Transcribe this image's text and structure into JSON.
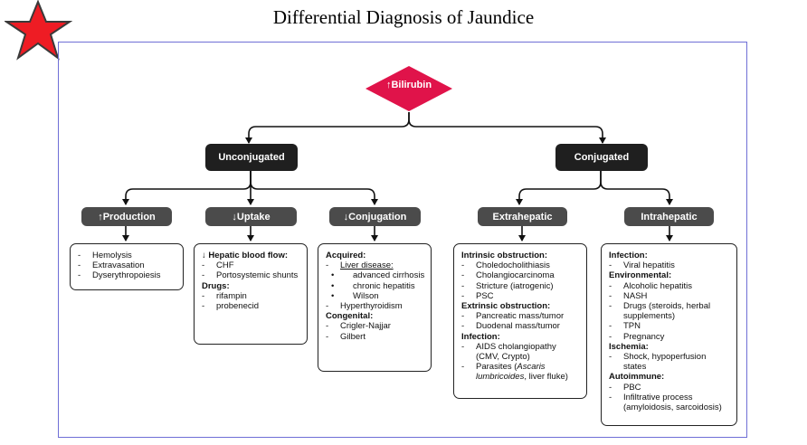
{
  "title": "Differential Diagnosis of Jaundice",
  "root": {
    "label": "↑Bilirubin",
    "color": "#e0134a"
  },
  "unconjugated": {
    "label": "Unconjugated",
    "production": {
      "label": "↑Production",
      "items": [
        "Hemolysis",
        "Extravasation",
        "Dyserythropoiesis"
      ]
    },
    "uptake": {
      "label": "↓Uptake",
      "header1": "↓ Hepatic blood flow:",
      "items1": [
        "CHF",
        "Portosystemic shunts"
      ],
      "header2": "Drugs:",
      "items2": [
        "rifampin",
        "probenecid"
      ]
    },
    "conjugation": {
      "label": "↓Conjugation",
      "acquired": "Acquired:",
      "liver_disease": "Liver disease:",
      "liver_items": [
        "advanced cirrhosis",
        "chronic hepatitis",
        "Wilson"
      ],
      "hyperthyroidism": "Hyperthyroidism",
      "congenital": "Congenital:",
      "congenital_items": [
        "Crigler-Najjar",
        "Gilbert"
      ]
    }
  },
  "conjugated": {
    "label": "Conjugated",
    "extrahepatic": {
      "label": "Extrahepatic",
      "intrinsic": "Intrinsic obstruction:",
      "intrinsic_items": [
        "Choledocholithiasis",
        "Cholangiocarcinoma",
        "Stricture (iatrogenic)",
        "PSC"
      ],
      "extrinsic": "Extrinsic obstruction:",
      "extrinsic_items": [
        "Pancreatic mass/tumor",
        "Duodenal mass/tumor"
      ],
      "infection": "Infection:",
      "infection_item1": "AIDS cholangiopathy (CMV, Crypto)",
      "parasites_prefix": "Parasites (",
      "parasites_italic": "Ascaris lumbricoides",
      "parasites_suffix": ", liver fluke)"
    },
    "intrahepatic": {
      "label": "Intrahepatic",
      "infection": "Infection:",
      "infection_items": [
        "Viral hepatitis"
      ],
      "environmental": "Environmental:",
      "environmental_items": [
        "Alcoholic hepatitis",
        "NASH",
        "Drugs (steroids, herbal supplements)",
        "TPN",
        "Pregnancy"
      ],
      "ischemia": "Ischemia:",
      "ischemia_items": [
        "Shock, hypoperfusion states"
      ],
      "autoimmune": "Autoimmune:",
      "autoimmune_items": [
        "PBC",
        "Infiltrative process (amyloidosis, sarcoidosis)"
      ]
    }
  }
}
